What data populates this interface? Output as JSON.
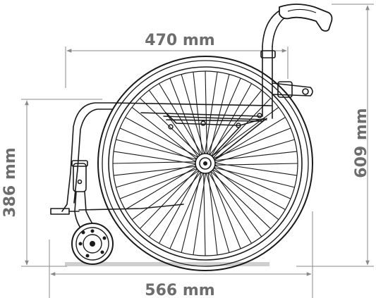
{
  "diagram": {
    "labels": {
      "seat_width": "470 mm",
      "seat_height": "386 mm",
      "total_height": "609 mm",
      "total_length": "566 mm"
    },
    "colors": {
      "line": "#1a1a1a",
      "dimension": "#8a8a8a",
      "text": "#6d6d6d",
      "ground": "#cfcfcf"
    },
    "wheel": {
      "spoke_count": 48
    }
  }
}
